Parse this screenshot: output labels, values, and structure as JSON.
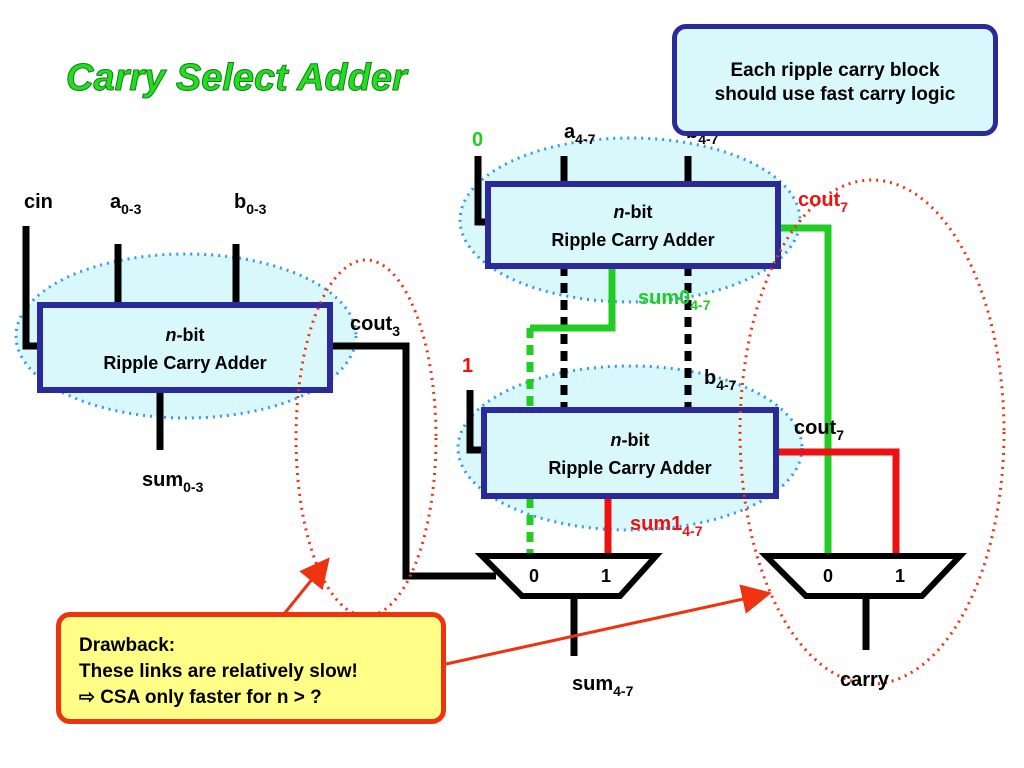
{
  "title": "Carry Select Adder",
  "note": {
    "line1": "Each ripple carry block",
    "line2": "should use fast carry logic"
  },
  "drawback": {
    "line1": "Drawback:",
    "line2": "These links are relatively slow!",
    "line3": "⇨ CSA only faster for n > ?"
  },
  "adder_block": {
    "n": "n",
    "bit": "-bit",
    "line2": "Ripple Carry Adder"
  },
  "labels": {
    "cin": "cin",
    "a03": "a",
    "a03_sub": "0-3",
    "b03": "b",
    "b03_sub": "0-3",
    "sum03": "sum",
    "sum03_sub": "0-3",
    "cout3": "cout",
    "cout3_sub": "3",
    "zero": "0",
    "one": "1",
    "a47": "a",
    "a47_sub": "4-7",
    "b47_top": "b",
    "b47_top_sub": "4-7",
    "b47_bot": "b",
    "b47_bot_sub": "4-7",
    "cout7_top": "cout",
    "cout7_top_sub": "7",
    "cout7_bot": "cout",
    "cout7_bot_sub": "7",
    "sum0": "sum0",
    "sum0_sub": "4-7",
    "sum1": "sum1",
    "sum1_sub": "4-7",
    "sum47": "sum",
    "sum47_sub": "4-7",
    "carry": "carry"
  },
  "mux": {
    "in0": "0",
    "in1": "1"
  },
  "colors": {
    "green": "#22cc22",
    "red": "#ee1111",
    "block_fill": "#d9f8fb",
    "block_border": "#2a2a9a",
    "ellipse_blue": "#3399ee",
    "ellipse_red": "#ee3311"
  }
}
